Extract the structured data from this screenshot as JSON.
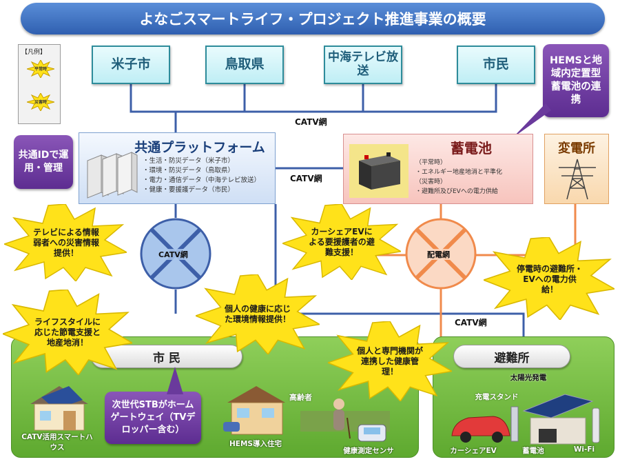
{
  "title": "よなごスマートライフ・プロジェクト推進事業の概要",
  "legend": {
    "title": "【凡例】",
    "items": [
      "平常時",
      "災害時"
    ]
  },
  "orgs": [
    "米子市",
    "鳥取県",
    "中海テレビ放送",
    "市民"
  ],
  "callouts": {
    "hems": "HEMSと地域内定置型蓄電池の連携",
    "common_id": "共通IDで運用・管理",
    "stb": "次世代STBがホームゲートウェイ（TVデロッパー含む）"
  },
  "platform": {
    "title": "共通プラットフォーム",
    "items": [
      "・生活・防災データ（米子市）",
      "・環境・防災データ（鳥取県）",
      "・電力・通信データ（中海テレビ放送）",
      "・健康・要援護データ（市民）"
    ]
  },
  "battery": {
    "title": "蓄電池",
    "items": [
      "（平常時）",
      "・エネルギー地産地消と平準化",
      "（災害時）",
      "・避難所及びEVへの電力供給"
    ]
  },
  "substation": {
    "title": "変電所"
  },
  "network": {
    "catv": "CATV網",
    "hub_catv": "CATV網",
    "hub_power": "配電網"
  },
  "stars": [
    "テレビによる情報弱者への災害情報提供！",
    "カーシェアEVによる要援護者の避難支援！",
    "停電時の避難所・EVへの電力供給！",
    "個人の健康に応じた環境情報提供！",
    "ライフスタイルに応じた節電支援と地産地消！",
    "個人と専門機関が連携した健康管理！"
  ],
  "areas": {
    "citizens": "市 民",
    "shelter": "避難所"
  },
  "captions": {
    "smart_house": "CATV活用スマートハウス",
    "hems_house": "HEMS導入住宅",
    "elderly": "高齢者",
    "health_sensor": "健康測定センサ",
    "solar": "太陽光発電",
    "charger": "充電スタンド",
    "car_share": "カーシェアEV",
    "battery": "蓄電池",
    "wifi": "Wi-Fi"
  },
  "colors": {
    "catv_line": "#3d5fa8",
    "power_line": "#f08a4b",
    "star_fill": "#ffe21a",
    "green": "#6cb83a",
    "purple": "#6a3a9c"
  }
}
